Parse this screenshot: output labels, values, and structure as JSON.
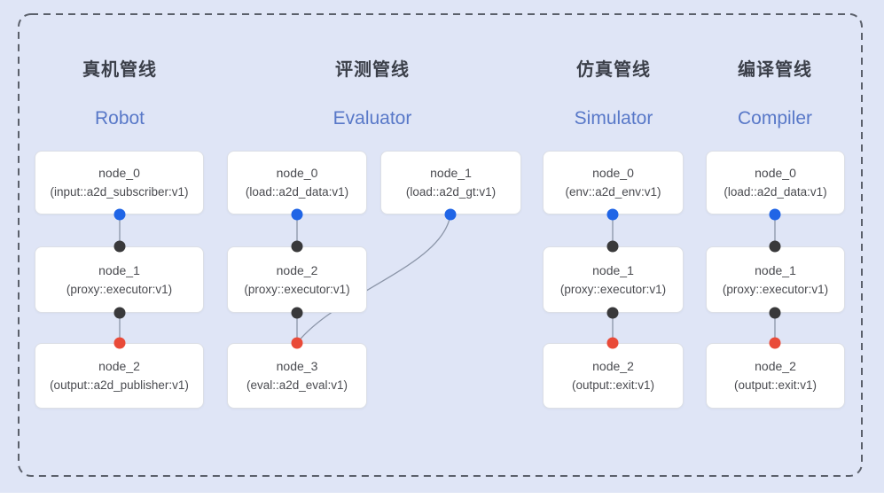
{
  "diagram": {
    "pipelines": [
      {
        "id": "robot",
        "title_zh": "真机管线",
        "title_en": "Robot",
        "nodes": [
          {
            "name": "node_0",
            "type": "(input::a2d_subscriber:v1)"
          },
          {
            "name": "node_1",
            "type": "(proxy::executor:v1)"
          },
          {
            "name": "node_2",
            "type": "(output::a2d_publisher:v1)"
          }
        ]
      },
      {
        "id": "evaluator",
        "title_zh": "评测管线",
        "title_en": "Evaluator",
        "nodes": [
          {
            "name": "node_0",
            "type": "(load::a2d_data:v1)"
          },
          {
            "name": "node_1",
            "type": "(load::a2d_gt:v1)"
          },
          {
            "name": "node_2",
            "type": "(proxy::executor:v1)"
          },
          {
            "name": "node_3",
            "type": "(eval::a2d_eval:v1)"
          }
        ]
      },
      {
        "id": "simulator",
        "title_zh": "仿真管线",
        "title_en": "Simulator",
        "nodes": [
          {
            "name": "node_0",
            "type": "(env::a2d_env:v1)"
          },
          {
            "name": "node_1",
            "type": "(proxy::executor:v1)"
          },
          {
            "name": "node_2",
            "type": "(output::exit:v1)"
          }
        ]
      },
      {
        "id": "compiler",
        "title_zh": "编译管线",
        "title_en": "Compiler",
        "nodes": [
          {
            "name": "node_0",
            "type": "(load::a2d_data:v1)"
          },
          {
            "name": "node_1",
            "type": "(proxy::executor:v1)"
          },
          {
            "name": "node_2",
            "type": "(output::exit:v1)"
          }
        ]
      }
    ],
    "colors": {
      "background": "#dfe5f6",
      "boundary_dash": "#5b606b",
      "edge": "#8b95a8",
      "port_source_blue": "#2065e6",
      "port_intermediate_black": "#39393b",
      "port_sink_red": "#e94a38",
      "title_en_blue": "#5878c8",
      "title_zh_dark": "#3b3f49",
      "node_background": "#ffffff",
      "node_border": "#dcdfe6"
    }
  }
}
